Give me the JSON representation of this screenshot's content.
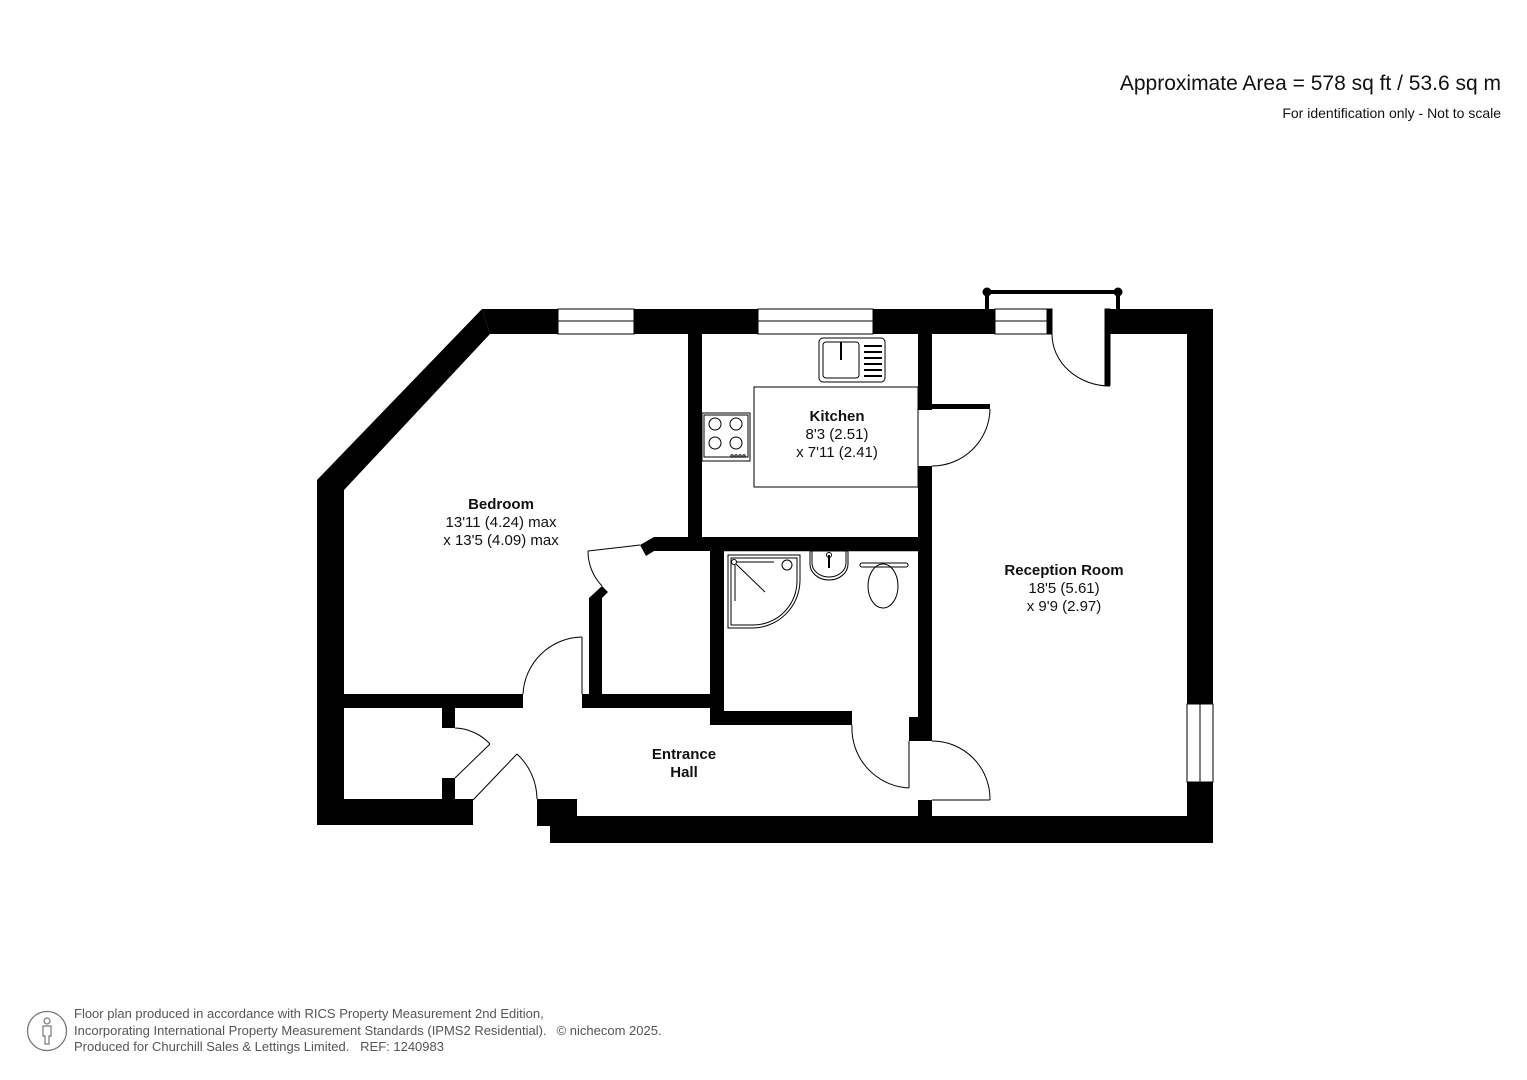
{
  "header": {
    "area_text": "Approximate Area = 578 sq ft / 53.6 sq m",
    "disclaimer": "For identification only - Not to scale"
  },
  "rooms": [
    {
      "name": "Bedroom",
      "dim1": "13'11 (4.24) max",
      "dim2": "x 13'5 (4.09) max"
    },
    {
      "name": "Kitchen",
      "dim1": "8'3 (2.51)",
      "dim2": "x 7'11 (2.41)"
    },
    {
      "name": "Reception Room",
      "dim1": "18'5 (5.61)",
      "dim2": "x 9'9 (2.97)"
    },
    {
      "name": "Entrance",
      "dim1": "Hall"
    }
  ],
  "fixtures": [
    "kitchen-sink",
    "hob",
    "shower-tray",
    "wash-basin",
    "toilet"
  ],
  "footer": {
    "line1": "Floor plan produced in accordance with RICS Property Measurement 2nd Edition,",
    "line2": "Incorporating International Property Measurement Standards (IPMS2 Residential).",
    "copyright": "© nichecom 2025.",
    "line3": "Produced for Churchill Sales & Lettings Limited.   REF: 1240983"
  },
  "colors": {
    "wall": "#000000",
    "background": "#ffffff",
    "footer_text": "#555555"
  }
}
